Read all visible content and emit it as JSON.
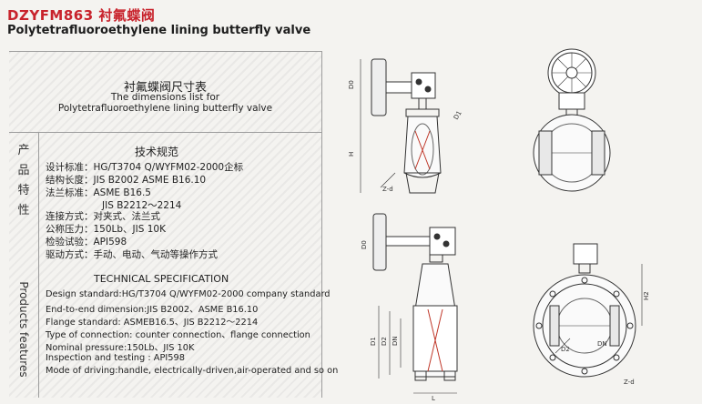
{
  "header": {
    "title_zh": "DZYFM863 衬氟蝶阀",
    "title_en": "Polytetrafluoroethylene lining butterfly valve"
  },
  "panel": {
    "table_title_zh": "衬氟蝶阀尺寸表",
    "table_title_en1": "The dimensions list for",
    "table_title_en2": "Polytetrafluoroethylene lining butterfly valve",
    "side_zh": "产品特性",
    "side_en": "Products features",
    "spec_zh_heading": "技术规范",
    "spec_zh": [
      "设计标准：HG/T3704 Q/WYFM02-2000企标",
      "结构长度：JIS B2002  ASME B16.10",
      "法兰标准：ASME B16.5",
      "          JIS B2212～2214",
      "连接方式：对夹式、法兰式",
      "公称压力：150Lb、JIS 10K",
      "检验试验：API598",
      "驱动方式：手动、电动、气动等操作方式"
    ],
    "spec_en_heading": "TECHNICAL SPECIFICATION",
    "spec_en": [
      "Design standard:HG/T3704 Q/WYFM02-2000 company standard",
      "End-to-end dimension:JIS B2002、ASME B16.10",
      "Flange standard: ASMEB16.5、JIS B2212～2214",
      "Type of connection: counter connection、flange connection",
      "Nominal pressure:150Lb、JIS 10K",
      "Inspection and testing : API598",
      "Mode of driving:handle, electrically-driven,air-operated and so on"
    ]
  },
  "drawing_labels": {
    "d0": "D0",
    "h": "H",
    "d1": "D1",
    "zd": "Z-d",
    "l": "L",
    "d2": "D2",
    "dn": "DN",
    "h2": "H2"
  }
}
